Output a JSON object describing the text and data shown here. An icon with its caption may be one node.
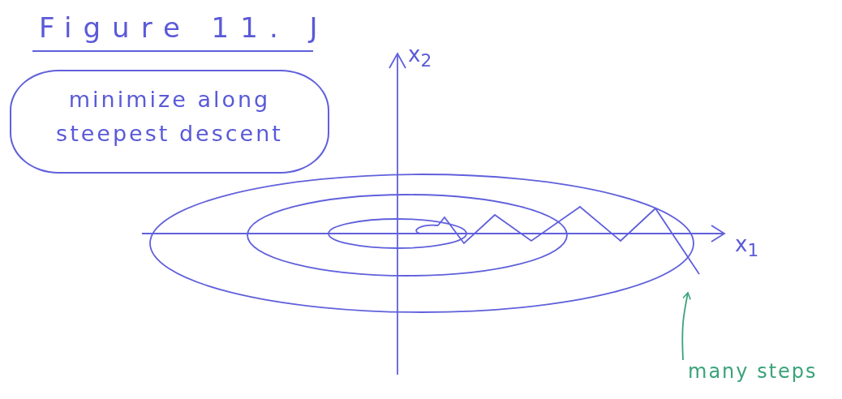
{
  "diagram": {
    "title": "Figure 11. J",
    "nodes": [
      {
        "text": [
          "minimize along steepest descent"
        ]
      },
      {
        "text": [
          "many steps"
        ]
      },
      {
        "text": [],
        "shape": "line"
      }
    ],
    "edges": [
      {
        "from": 1,
        "to": 2,
        "arrow": "to"
      }
    ],
    "labels": [
      "x$_{2}$",
      "x$_{1}$"
    ]
  }
}
